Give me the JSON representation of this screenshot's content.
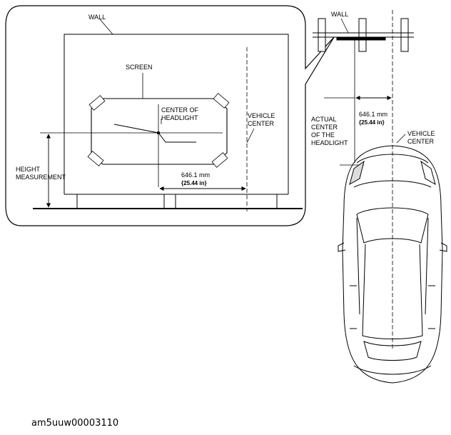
{
  "labels": {
    "wall_left": "WALL",
    "screen": "SCREEN",
    "center_headlight_1": "CENTER OF",
    "center_headlight_2": "HEADLIGHT",
    "vehicle_center_left_1": "VEHICLE",
    "vehicle_center_left_2": "CENTER",
    "height_1": "HEIGHT",
    "height_2": "MEASUREMENT",
    "dim_left_mm": "646.1 mm",
    "dim_left_in": "{25.44 in}",
    "wall_right": "WALL",
    "dim_right_mm": "646.1 mm",
    "dim_right_in": "{25.44 in}",
    "actual_1": "ACTUAL",
    "actual_2": "CENTER",
    "actual_3": "OF THE",
    "actual_4": "HEADLIGHT",
    "vehicle_center_right_1": "VEHICLE",
    "vehicle_center_right_2": "CENTER"
  },
  "caption": "am5uuw00003110"
}
